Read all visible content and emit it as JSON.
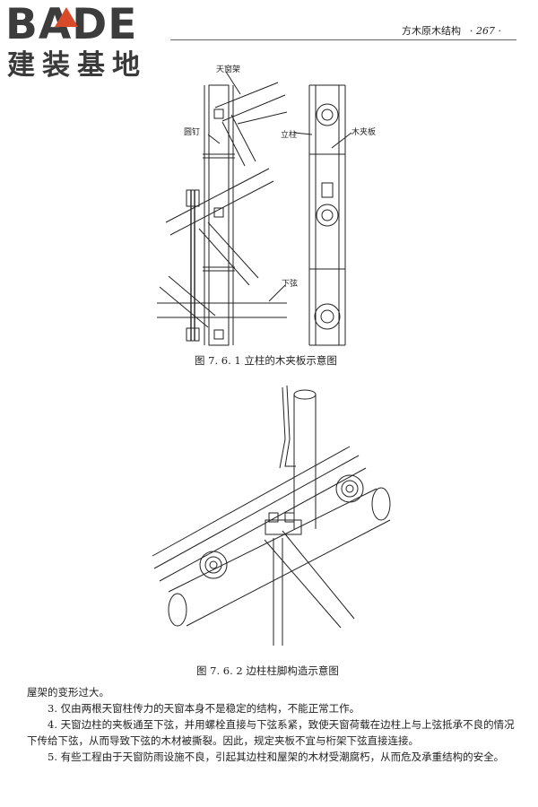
{
  "logo": {
    "word": "BADE",
    "sub": "建装基地"
  },
  "header": {
    "title": "方木原木结构",
    "page": "· 267 ·"
  },
  "figure1": {
    "labels": {
      "skylight_frame": "天窗架",
      "nail": "圆钉",
      "post": "立柱",
      "clamp": "木夹板",
      "bottom_chord": "下弦"
    },
    "caption": "图 7. 6. 1   立柱的木夹板示意图"
  },
  "figure2": {
    "caption": "图 7. 6. 2   边柱柱脚构造示意图"
  },
  "body": {
    "p0": "屋架的变形过大。",
    "p1": "3. 仅由两根天窗柱传力的天窗本身不是稳定的结构，不能正常工作。",
    "p2": "4. 天窗边柱的夹板通至下弦，并用螺栓直接与下弦系紧，致使天窗荷载在边柱上与上弦抵承不良的情况下传给下弦，从而导致下弦的木材被撕裂。因此，规定夹板不宜与桁架下弦直接连接。",
    "p3": "5. 有些工程由于天窗防雨设施不良，引起其边柱和屋架的木材受潮腐朽，从而危及承重结构的安全。"
  }
}
